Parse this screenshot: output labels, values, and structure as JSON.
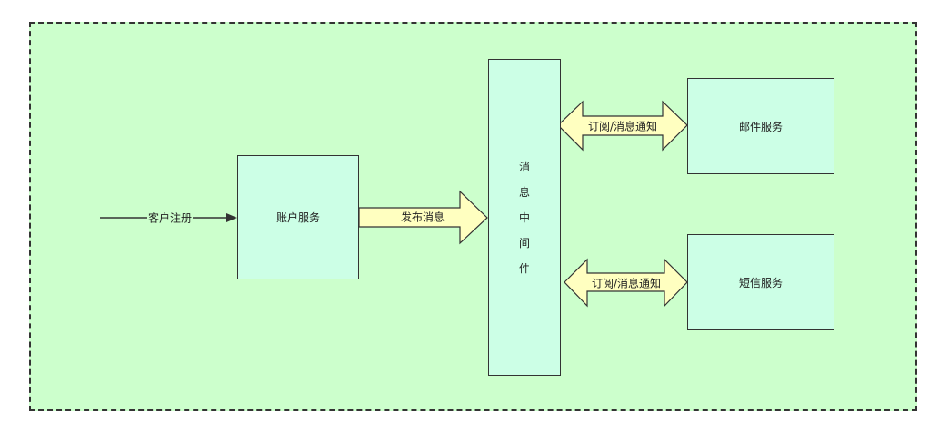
{
  "diagram": {
    "customer_register_label": "客户注册",
    "account_service_label": "账户服务",
    "publish_message_label": "发布消息",
    "middleware_chars": [
      "消",
      "息",
      "中",
      "间",
      "件"
    ],
    "subscribe_notify_label_top": "订阅/消息通知",
    "subscribe_notify_label_bottom": "订阅/消息通知",
    "email_service_label": "邮件服务",
    "sms_service_label": "短信服务"
  },
  "colors": {
    "container_fill": "#ccffcc",
    "box_fill": "#ccffe6",
    "arrow_fill": "#ffffc0",
    "stroke": "#333333"
  }
}
